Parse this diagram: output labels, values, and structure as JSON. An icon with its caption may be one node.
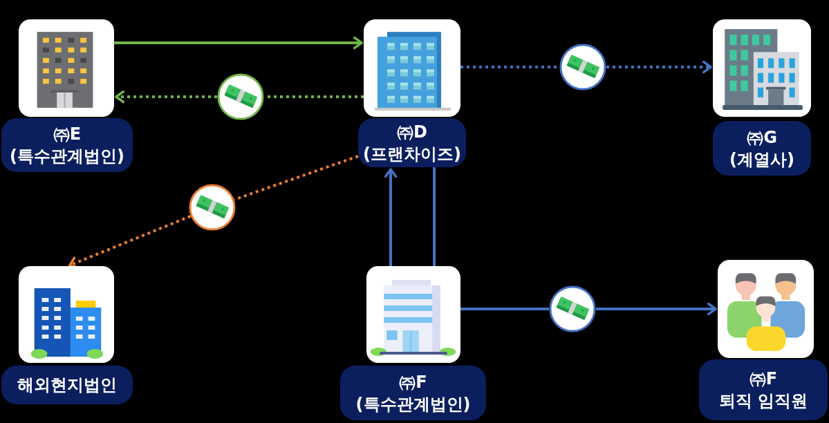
{
  "diagram": {
    "nodes": [
      {
        "text": [],
        "shape": "picture"
      },
      {
        "text": [],
        "shape": "picture"
      },
      {
        "text": [],
        "shape": "picture"
      },
      {
        "text": [],
        "shape": "circle"
      },
      {
        "text": [],
        "shape": "circle"
      },
      {
        "text": [
          "㈜E (특수관계법인)"
        ]
      },
      {
        "text": [
          "㈜D (프랜차이즈)"
        ]
      },
      {
        "text": [
          "㈜G (계열사)"
        ]
      },
      {
        "text": [],
        "shape": "circle"
      },
      {
        "text": [],
        "shape": "picture"
      },
      {
        "text": [],
        "shape": "picture"
      },
      {
        "text": [],
        "shape": "picture"
      },
      {
        "text": [],
        "shape": "circle"
      },
      {
        "text": [
          "해외현지법인"
        ]
      },
      {
        "text": [
          "㈜F (특수관계법인)"
        ]
      },
      {
        "text": [
          "㈜F 퇴직 임직원"
        ]
      }
    ],
    "edges": [
      {
        "from": 0,
        "to": 1,
        "arrow": "to",
        "color": "#70b64a"
      },
      {
        "from": 1,
        "to": 4,
        "arrow": "none",
        "style": "dashed",
        "color": "#70b64a"
      },
      {
        "from": 4,
        "to": 0,
        "arrow": "to",
        "style": "dashed",
        "color": "#70b64a"
      },
      {
        "from": 1,
        "to": 3,
        "arrow": "none",
        "style": "dashed"
      },
      {
        "from": 3,
        "to": 2,
        "arrow": "to",
        "style": "dashed"
      },
      {
        "from": 6,
        "to": 8,
        "arrow": "none",
        "style": "dashed",
        "color": "#ed7d31"
      },
      {
        "from": 8,
        "to": 9,
        "arrow": "to",
        "style": "dashed",
        "color": "#ed7d31"
      },
      {
        "from": 10,
        "to": 6,
        "arrow": "to"
      },
      {
        "from": 6,
        "to": 10,
        "arrow": "none"
      },
      {
        "from": 10,
        "to": 12,
        "arrow": "none"
      },
      {
        "from": 12,
        "to": 11,
        "arrow": "to"
      }
    ]
  }
}
